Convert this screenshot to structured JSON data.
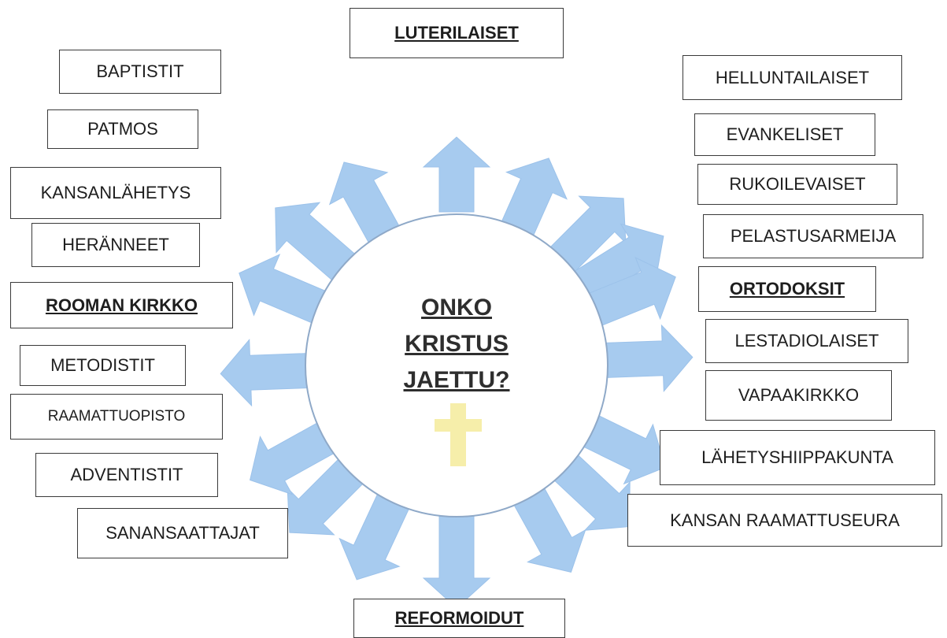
{
  "center": {
    "line1": "ONKO",
    "line2": "KRISTUS",
    "line3": "JAETTU?"
  },
  "colors": {
    "arrow": "#a7cbef",
    "circle_stroke": "#8fa9c8",
    "cross": "#f6eeaa",
    "box_border": "#3a3a3a"
  },
  "icons": {
    "cross": "cross-icon",
    "arrows": "arrow-icon"
  },
  "labels": {
    "luterilaiset": "LUTERILAISET",
    "baptistit": "BAPTISTIT",
    "patmos": "PATMOS",
    "kansanlahetys": "KANSANLÄHETYS",
    "heranneet": "HERÄNNEET",
    "rooman_kirkko": "ROOMAN KIRKKO",
    "metodistit": "METODISTIT",
    "raamattuopisto": "RAAMATTUOPISTO",
    "adventistit": "ADVENTISTIT",
    "sanansaattajat": "SANANSAATTAJAT",
    "helluntailaiset": "HELLUNTAILAISET",
    "evankeliset": "EVANKELISET",
    "rukoilevaiset": "RUKOILEVAISET",
    "pelastusarmeija": "PELASTUSARMEIJA",
    "ortodoksit": "ORTODOKSIT",
    "lestadiolaiset": "LESTADIOLAISET",
    "vapaakirkko": "VAPAAKIRKKO",
    "lahetyshiippakunta": "LÄHETYSHIIPPAKUNTA",
    "kansan_raamattuseura": "KANSAN  RAAMATTUSEURA",
    "reformoidut": "REFORMOIDUT"
  }
}
